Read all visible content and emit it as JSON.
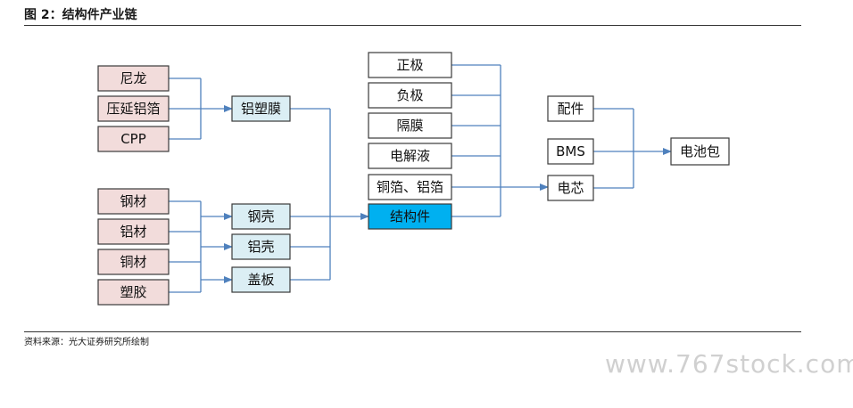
{
  "figure": {
    "title": "图 2：结构件产业链",
    "source": "资料来源：光大证券研究所绘制",
    "watermark": "www.767stock.com"
  },
  "nodes": {
    "nylon": "尼龙",
    "rolled_al": "压延铝箔",
    "cpp": "CPP",
    "al_film": "铝塑膜",
    "steel_mat": "钢材",
    "al_mat": "铝材",
    "cu_mat": "铜材",
    "plastic": "塑胶",
    "steel_shell": "钢壳",
    "al_shell": "铝壳",
    "cover": "盖板",
    "cathode": "正极",
    "anode": "负极",
    "separator": "隔膜",
    "electrolyte": "电解液",
    "foil": "铜箔、铝箔",
    "struct": "结构件",
    "accessory": "配件",
    "bms": "BMS",
    "cell": "电芯",
    "pack": "电池包"
  },
  "colors": {
    "raw": "#f2dcdb",
    "mid": "#dbeef4",
    "highlight": "#00b0f0",
    "edge": "#4f81bd"
  }
}
